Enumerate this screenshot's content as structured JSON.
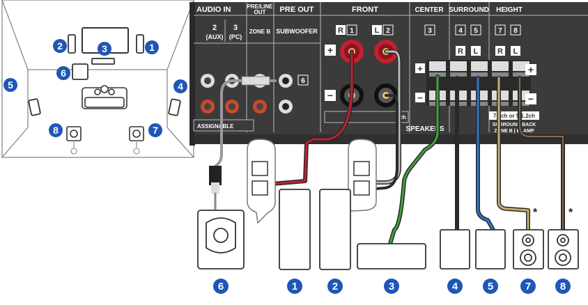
{
  "panel": {
    "audio_in": "AUDIO IN",
    "pre_line_out_1": "PRE/LINE",
    "pre_line_out_2": "OUT",
    "pre_out": "PRE OUT",
    "front": "FRONT",
    "center": "CENTER",
    "surround": "SURROUND",
    "height": "HEIGHT",
    "aux_num": "2",
    "aux": "(AUX)",
    "pc_num": "3",
    "pc": "(PC)",
    "zone_b": "ZONE B",
    "subwoofer": "SUBWOOFER",
    "sub_port": "6",
    "front_r": "R",
    "front_r_num": "1",
    "front_l": "L",
    "front_l_num": "2",
    "center_num": "3",
    "surround_4": "4",
    "surround_5": "5",
    "surround_r": "R",
    "surround_l": "L",
    "height_7": "7",
    "height_8": "8",
    "height_r": "R",
    "height_l": "L",
    "plus": "+",
    "minus": "−",
    "assignable": "ASSIGNABLE",
    "speakers": "SPEAKERS",
    "ch_frag": "ch",
    "config_label": "7.1ch or 5.1.2ch",
    "surround_back_1": "SURROUND BACK",
    "surround_back_2": "ZONE B | Bi-AMP"
  },
  "badges": {
    "b1": "1",
    "b2": "2",
    "b3": "3",
    "b4": "4",
    "b5": "5",
    "b6": "6",
    "b7": "7",
    "b8": "8"
  },
  "asterisk": "*",
  "colors": {
    "badge": "#1f56b8",
    "panel": "#3b3b3b",
    "front_r_cable": "#c4202e",
    "center_cable": "#3fa33b",
    "surround_cable": "#2f74c8",
    "height_cable": "#c8ad6a",
    "black_cable": "#2a2a2a",
    "sub_cable": "#9a9a9a"
  }
}
